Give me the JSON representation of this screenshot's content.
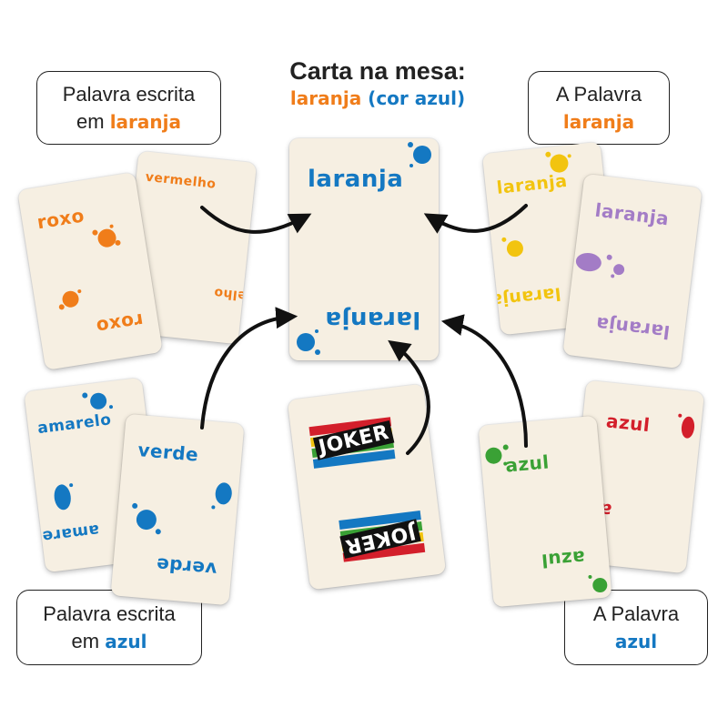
{
  "colors": {
    "orange": "#f07d1a",
    "blue": "#1478c2",
    "yellow": "#f2c40f",
    "purple": "#a37cc6",
    "green": "#3aa135",
    "red": "#d31f2b"
  },
  "title": {
    "line1": "Carta na mesa:",
    "word": "laranja",
    "paren": "(cor azul)"
  },
  "callouts": {
    "top_left": {
      "line1": "Palavra escrita",
      "line2_prefix": "em ",
      "keyword": "laranja"
    },
    "top_right": {
      "line1": "A Palavra",
      "keyword": "laranja"
    },
    "bottom_left": {
      "line1": "Palavra escrita",
      "line2_prefix": "em ",
      "keyword": "azul"
    },
    "bottom_right": {
      "line1": "A Palavra",
      "keyword": "azul"
    }
  },
  "cards": {
    "center": {
      "word": "laranja",
      "color": "blue"
    },
    "tl_back": {
      "word": "vermelho",
      "color": "orange"
    },
    "tl_front": {
      "word": "roxo",
      "color": "orange"
    },
    "tr_back": {
      "word": "laranja",
      "color": "yellow"
    },
    "tr_front": {
      "word": "laranja",
      "color": "purple"
    },
    "bl_back": {
      "word": "amarelo",
      "color": "blue"
    },
    "bl_front": {
      "word": "verde",
      "color": "blue"
    },
    "joker": {
      "word": "JOKER"
    },
    "br_back": {
      "word": "azul",
      "color": "red"
    },
    "br_front": {
      "word": "azul",
      "color": "green"
    }
  }
}
